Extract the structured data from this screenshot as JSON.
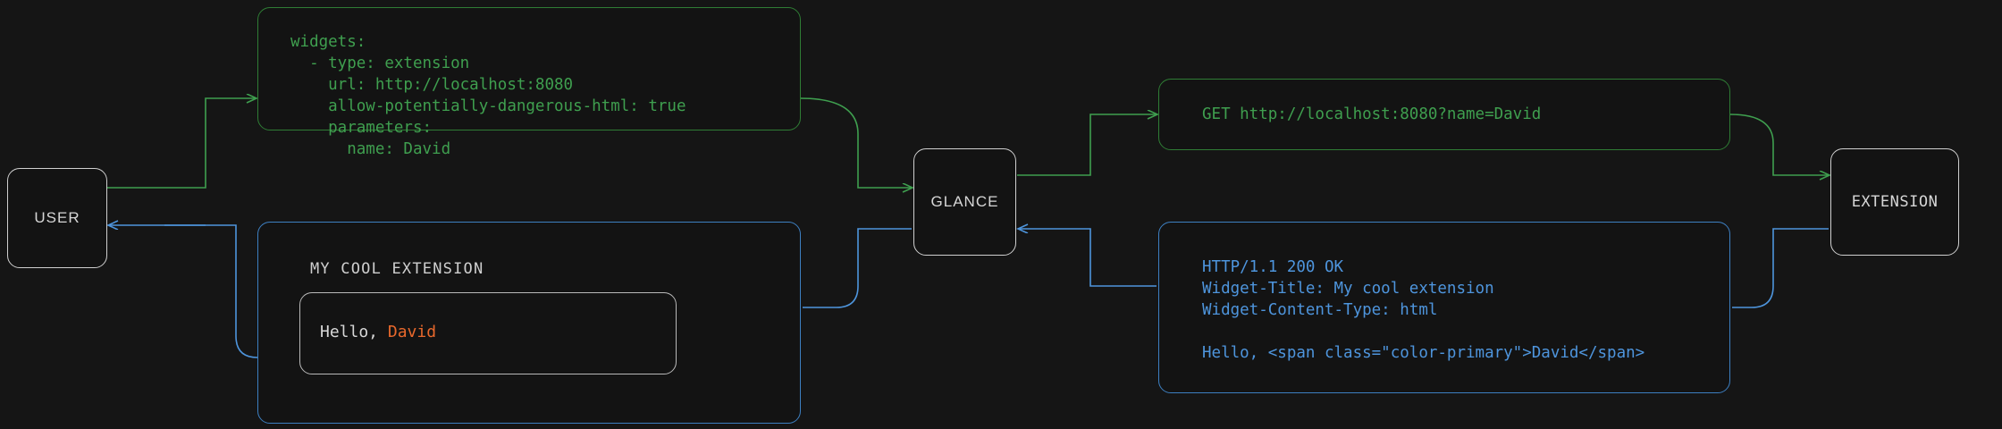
{
  "diagram": {
    "title": "glance extension request/response flow",
    "background": "#151515",
    "colors": {
      "request_green": "#3f9f4f",
      "response_blue": "#4e95dd",
      "accent_orange": "#e8682c",
      "node_border": "#cfcfcf",
      "node_text": "#d6d6d6"
    }
  },
  "nodes": [
    {
      "id": "user",
      "label": "USER"
    },
    {
      "id": "glance",
      "label": "GLANCE"
    },
    {
      "id": "extension",
      "label": "EXTENSION"
    }
  ],
  "messages": {
    "config_yaml": "widgets:\n  - type: extension\n    url: http://localhost:8080\n    allow-potentially-dangerous-html: true\n    parameters:\n      name: David",
    "http_request": "GET http://localhost:8080?name=David",
    "http_response": "HTTP/1.1 200 OK\nWidget-Title: My cool extension\nWidget-Content-Type: html\n\nHello, <span class=\"color-primary\">David</span>"
  },
  "widget": {
    "title": "MY COOL EXTENSION",
    "body_prefix": "Hello, ",
    "body_accent": "David"
  },
  "edges": [
    {
      "id": "user-to-config",
      "from": "user",
      "to": "config_yaml",
      "kind": "request",
      "color": "#3f9f4f"
    },
    {
      "id": "config-to-glance",
      "from": "config_yaml",
      "to": "glance",
      "kind": "request",
      "color": "#3f9f4f"
    },
    {
      "id": "glance-to-request",
      "from": "glance",
      "to": "http_request",
      "kind": "request",
      "color": "#3f9f4f"
    },
    {
      "id": "request-to-extension",
      "from": "http_request",
      "to": "extension",
      "kind": "request",
      "color": "#3f9f4f"
    },
    {
      "id": "extension-to-response",
      "from": "extension",
      "to": "http_response",
      "kind": "response",
      "color": "#4e95dd"
    },
    {
      "id": "response-to-glance",
      "from": "http_response",
      "to": "glance",
      "kind": "response",
      "color": "#4e95dd"
    },
    {
      "id": "glance-to-widget",
      "from": "glance",
      "to": "widget",
      "kind": "response",
      "color": "#4e95dd"
    },
    {
      "id": "widget-to-user",
      "from": "widget",
      "to": "user",
      "kind": "response",
      "color": "#4e95dd"
    }
  ]
}
